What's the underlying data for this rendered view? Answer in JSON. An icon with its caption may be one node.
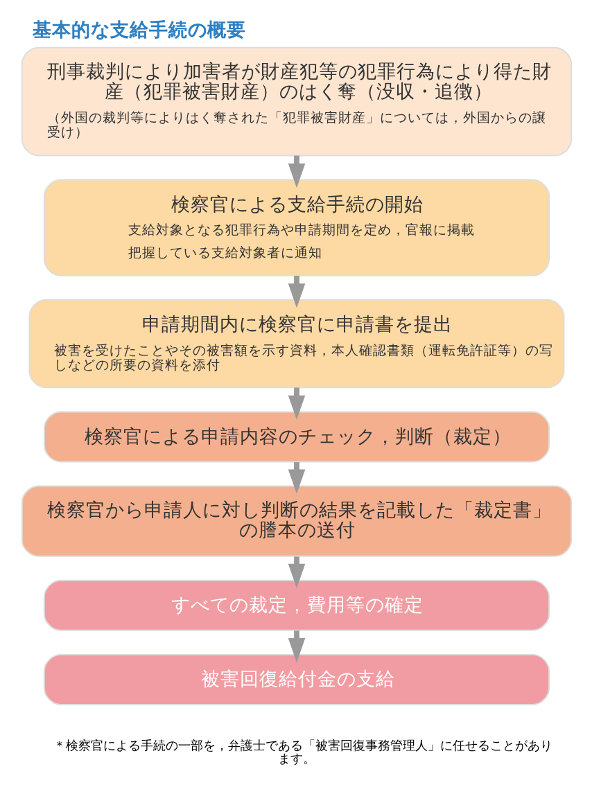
{
  "diagram": {
    "title": "基本的な支給手続の概要",
    "nodes": [
      {
        "text": [
          "刑事裁判により加害者が財産犯等の犯罪行為により得た財産（犯罪被害財産）のはく奪（没収・追徴）",
          "（外国の裁判等によりはく奪された「犯罪被害財産」については，外国からの譲受け）"
        ]
      },
      {
        "text": [
          "検察官による支給手続の開始",
          "支給対象となる犯罪行為や申請期間を定め，官報に掲載",
          "把握している支給対象者に通知"
        ]
      },
      {
        "text": [
          "申請期間内に検察官に申請書を提出",
          "被害を受けたことやその被害額を示す資料，本人確認書類（運転免許証等）の写しなどの所要の資料を添付"
        ]
      },
      {
        "text": [
          "検察官による申請内容のチェック，判断（裁定）"
        ]
      },
      {
        "text": [
          "検察官から申請人に対し判断の結果を記載した「裁定書」の謄本の送付"
        ]
      },
      {
        "text": [
          "すべての裁定，費用等の確定"
        ]
      },
      {
        "text": [
          "被害回復給付金の支給"
        ]
      }
    ],
    "edges": [
      {
        "from": 0,
        "to": 1,
        "arrow": "to"
      },
      {
        "from": 1,
        "to": 2,
        "arrow": "to"
      },
      {
        "from": 2,
        "to": 3,
        "arrow": "to"
      },
      {
        "from": 3,
        "to": 4,
        "arrow": "to"
      },
      {
        "from": 4,
        "to": 5,
        "arrow": "to"
      },
      {
        "from": 5,
        "to": 6,
        "arrow": "to"
      }
    ],
    "labels": [
      "＊検察官による手続の一部を，弁護士である「被害回復事務管理人」に任せることがあります。"
    ]
  }
}
